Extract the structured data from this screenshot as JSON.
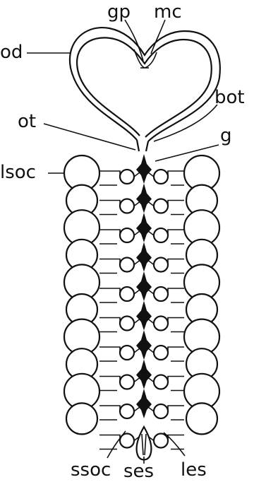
{
  "labels": {
    "gp": "gp",
    "mc": "mc",
    "od": "od",
    "bot": "bot",
    "ot": "ot",
    "g": "g",
    "lsoc": "lsoc",
    "ssoc": "ssoc",
    "ses": "ses",
    "les": "les"
  },
  "structure": {
    "pairs_per_side": 9,
    "large_oocytes_per_side": 10
  },
  "colors": {
    "ink": "#111111",
    "background": "#ffffff"
  }
}
